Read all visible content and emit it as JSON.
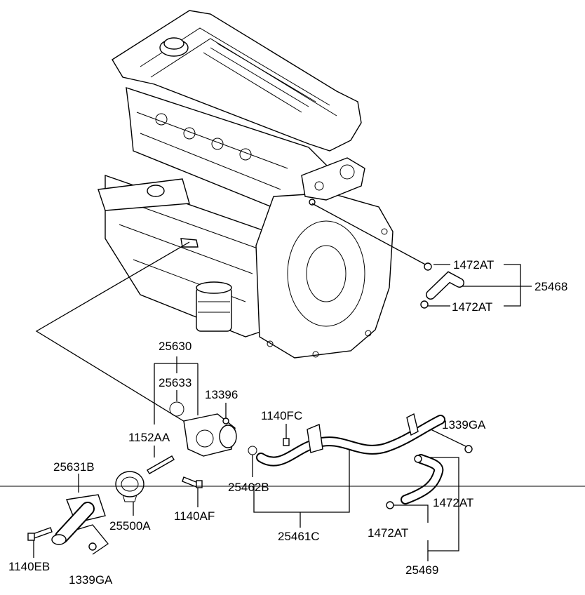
{
  "labels": {
    "p25468": "25468",
    "p1472AT_top1": "1472AT",
    "p1472AT_top2": "1472AT",
    "p25630": "25630",
    "p25633": "25633",
    "p13396": "13396",
    "p1140FC": "1140FC",
    "p1339GA_right": "1339GA",
    "p1152AA": "1152AA",
    "p25631B": "25631B",
    "p25462B": "25462B",
    "p1472AT_mid": "1472AT",
    "p25500A": "25500A",
    "p1140AF": "1140AF",
    "p25461C": "25461C",
    "p1472AT_low": "1472AT",
    "p1140EB": "1140EB",
    "p1339GA_left": "1339GA",
    "p25469": "25469"
  }
}
